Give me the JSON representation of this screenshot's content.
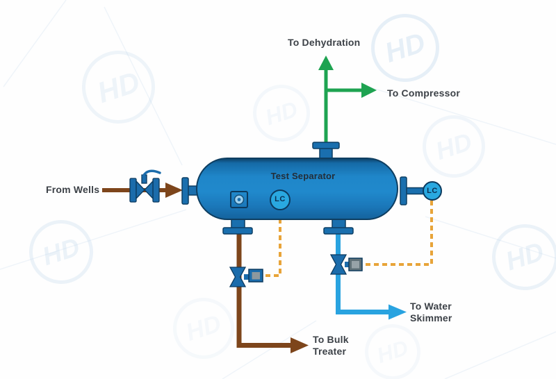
{
  "diagram_title": "Test Separator",
  "labels": {
    "from_wells": "From Wells",
    "to_dehydration": "To Dehydration",
    "to_compressor": "To Compressor",
    "to_bulk_treater_line1": "To Bulk",
    "to_bulk_treater_line2": "Treater",
    "to_water_skimmer_line1": "To Water",
    "to_water_skimmer_line2": "Skimmer",
    "vessel": "Test Separator",
    "level_controller_tag": "LC"
  },
  "watermark": {
    "text": "HD"
  },
  "colors": {
    "vessel_blue": "#1e81c4",
    "gas_line_green": "#1ea351",
    "oil_line_brown": "#7d451b",
    "water_line_blue": "#29a3e0",
    "instrument_signal_orange": "#e8a439",
    "instrument_fill_blue": "#29a8e0",
    "outline_navy": "#0c3a5e",
    "label_text": "#3c4147"
  },
  "flows": [
    {
      "label": "From Wells",
      "type": "inlet",
      "color_name": "brown"
    },
    {
      "label": "To Dehydration",
      "type": "gas outlet",
      "color_name": "green"
    },
    {
      "label": "To Compressor",
      "type": "gas outlet branch",
      "color_name": "green"
    },
    {
      "label": "To Bulk Treater",
      "type": "oil outlet",
      "color_name": "brown"
    },
    {
      "label": "To Water Skimmer",
      "type": "water outlet",
      "color_name": "light blue"
    }
  ],
  "instruments": [
    {
      "tag": "LC",
      "location": "on vessel shell"
    },
    {
      "tag": "LC",
      "location": "right nozzle"
    }
  ]
}
